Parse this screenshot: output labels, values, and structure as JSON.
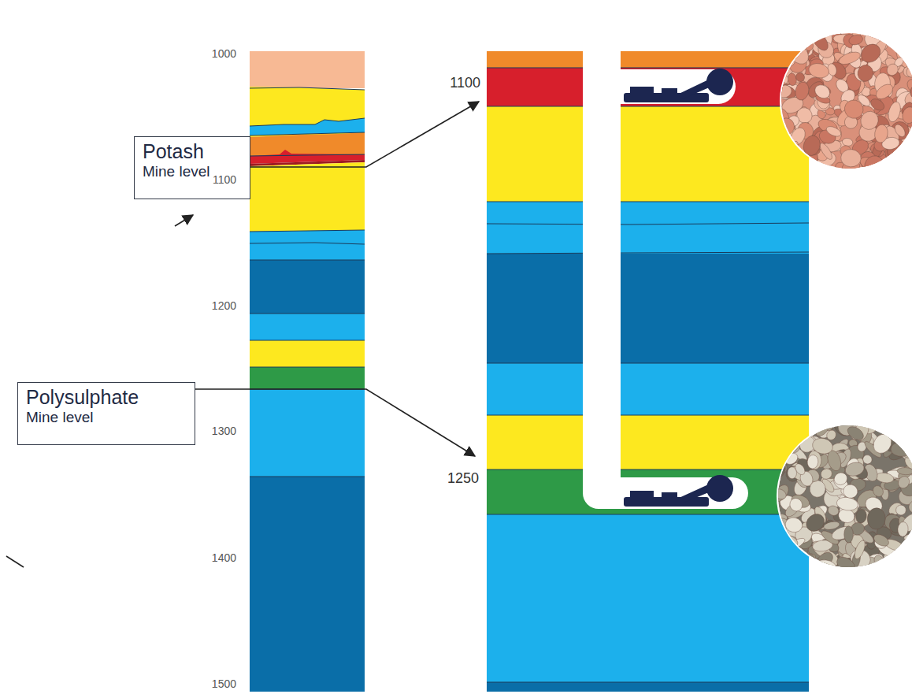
{
  "diagram": {
    "nodes": [
      {
        "text": [
          "Potash",
          "Mine level"
        ]
      },
      {
        "text": [
          "Polysulphate",
          "Mine level"
        ]
      }
    ],
    "labels": [
      "1000",
      "1100",
      "1200",
      "1300",
      "1400",
      "1500",
      "1100",
      "1250"
    ]
  }
}
